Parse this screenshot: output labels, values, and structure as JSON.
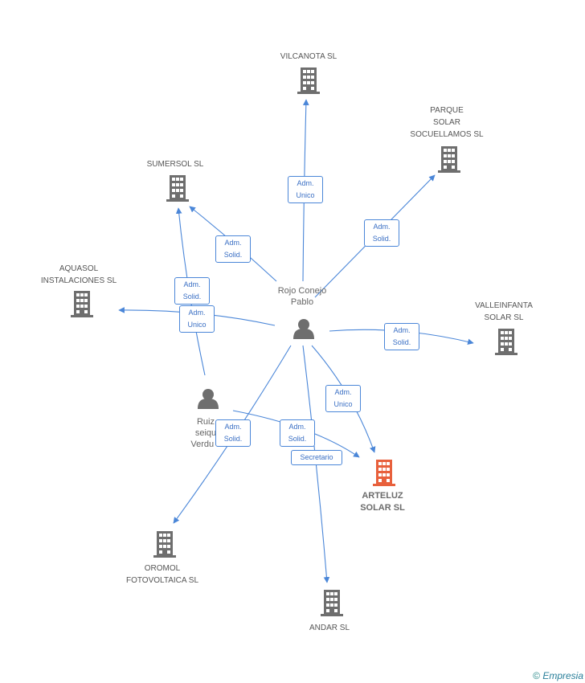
{
  "colors": {
    "edge": "#4a86d8",
    "building": "#6e6e6e",
    "building_main": "#e8603c",
    "person": "#6e6e6e"
  },
  "persons": {
    "rojo": "Rojo Conejo\nPablo",
    "ruiz": "Ruiz\nseiqu\nVerdu J"
  },
  "companies": {
    "vilcanota": "VILCANOTA SL",
    "parque": "PARQUE\nSOLAR\nSOCUELLAMOS SL",
    "sumersol": "SUMERSOL SL",
    "aquasol": "AQUASOL\nINSTALACIONES SL",
    "valleinfanta": "VALLEINFANTA\nSOLAR SL",
    "arteluz": "ARTELUZ\nSOLAR SL",
    "oromol": "OROMOL\nFOTOVOLTAICA SL",
    "andar": "ANDAR SL"
  },
  "edge_labels": {
    "vilcanota": "Adm.\nUnico",
    "parque": "Adm.\nSolid.",
    "sumersol_rojo": "Adm.\nSolid.",
    "sumersol_ruiz": "Adm.\nSolid.",
    "aquasol": "Adm.\nUnico",
    "valleinfanta": "Adm.\nSolid.",
    "arteluz_unico": "Adm.\nUnico",
    "arteluz_ruiz": "Adm.\nSolid.",
    "arteluz_secretario": "Secretario",
    "oromol": "Adm.\nSolid."
  },
  "footer": {
    "copyright": "©",
    "brand": "Empresia"
  }
}
